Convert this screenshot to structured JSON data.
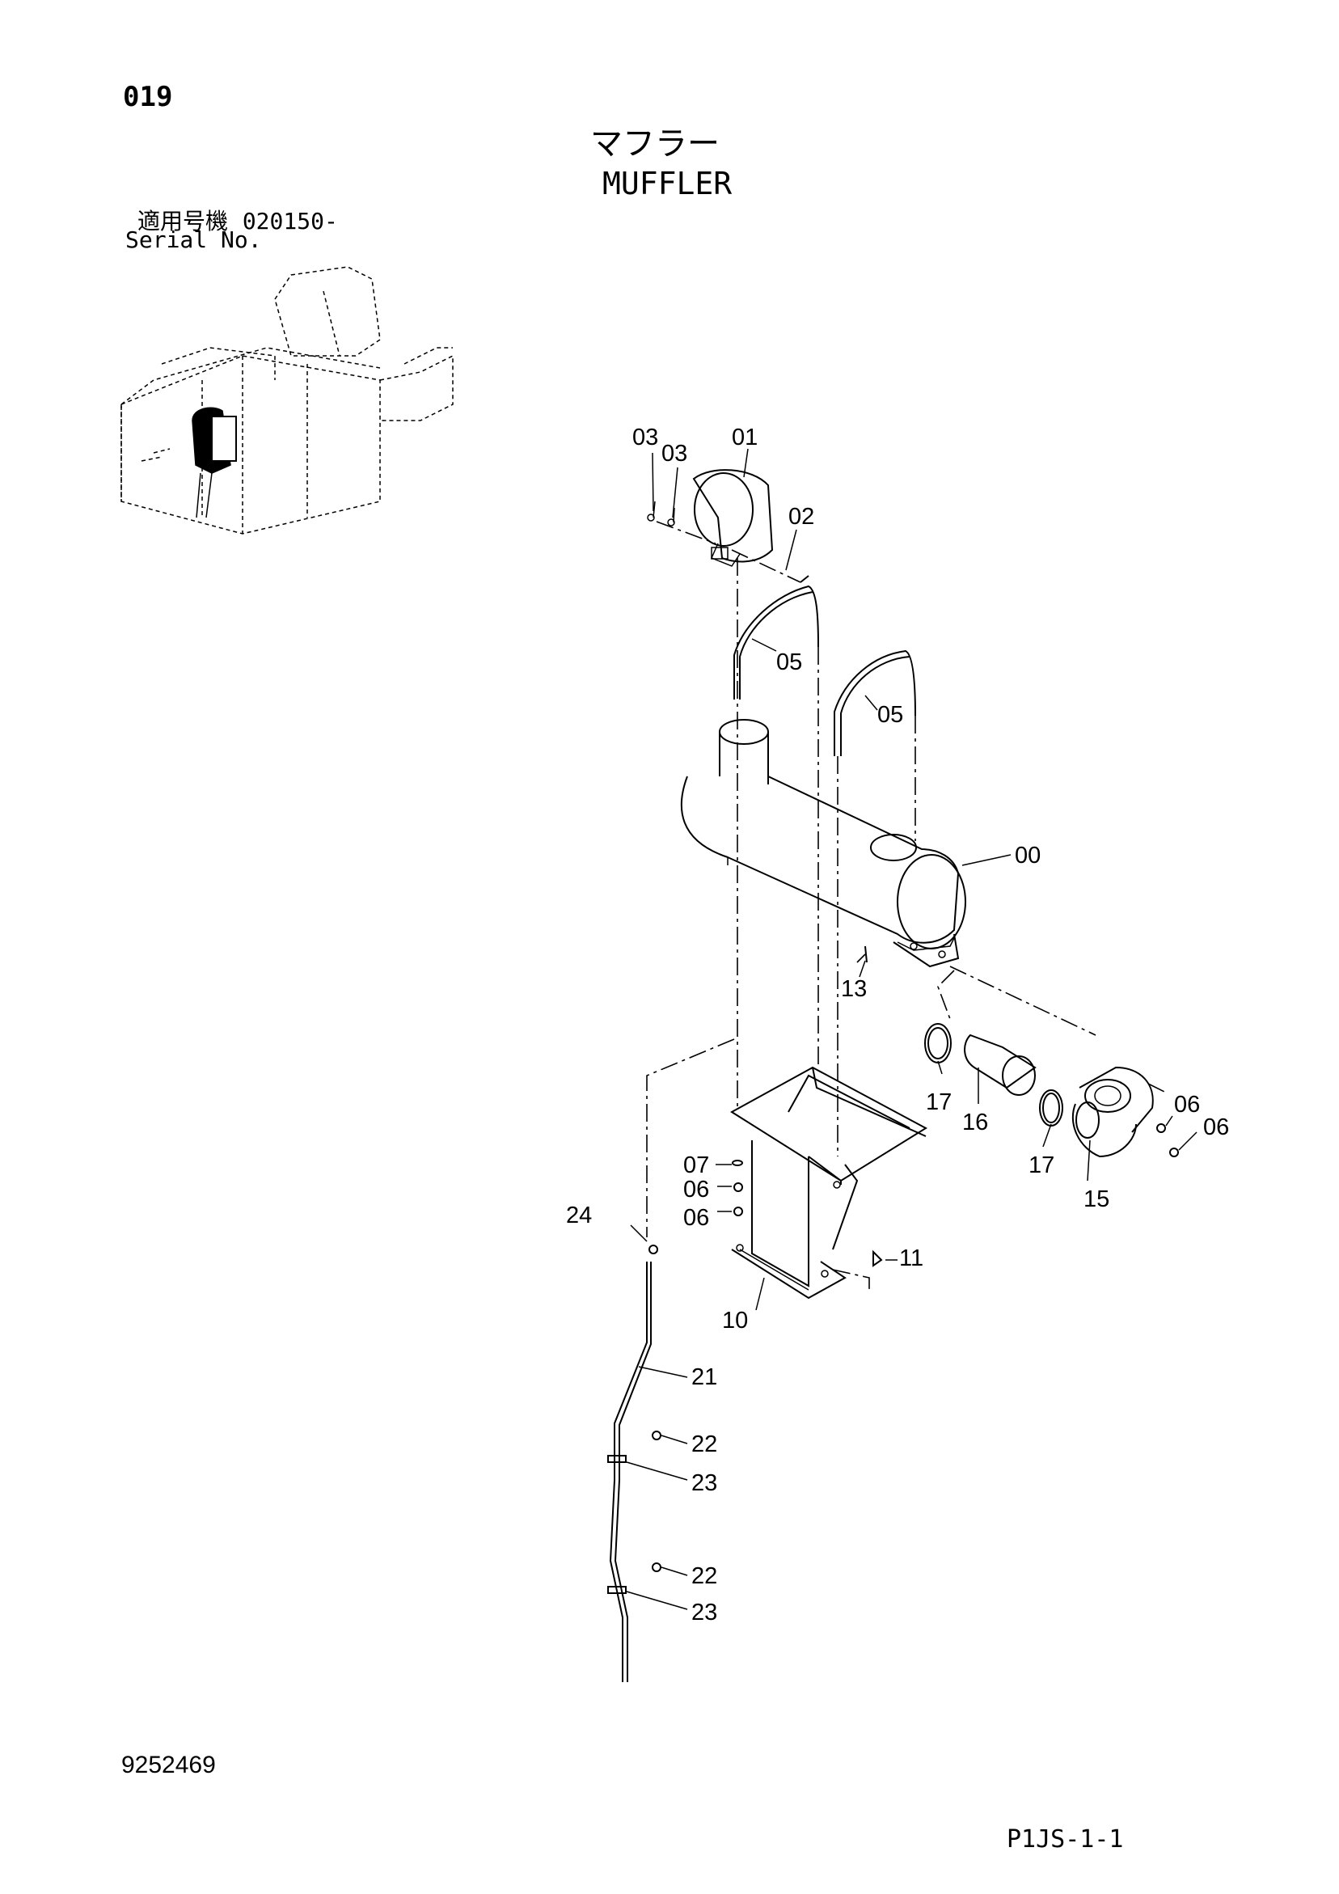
{
  "page_number": "019",
  "title_jp": "マフラー",
  "title_en": "MUFFLER",
  "serial": {
    "label_jp": "適用号機",
    "value": "020150-",
    "label_en": "Serial No."
  },
  "doc_number": "9252469",
  "page_code": "P1JS-1-1",
  "part_labels": {
    "p00": "00",
    "p01": "01",
    "p02": "02",
    "p03a": "03",
    "p03b": "03",
    "p05a": "05",
    "p05b": "05",
    "p06a": "06",
    "p06b": "06",
    "p06c": "06",
    "p06d": "06",
    "p07": "07",
    "p10": "10",
    "p11": "11",
    "p13": "13",
    "p15": "15",
    "p16": "16",
    "p17a": "17",
    "p17b": "17",
    "p21": "21",
    "p22a": "22",
    "p22b": "22",
    "p23a": "23",
    "p23b": "23",
    "p24": "24"
  }
}
